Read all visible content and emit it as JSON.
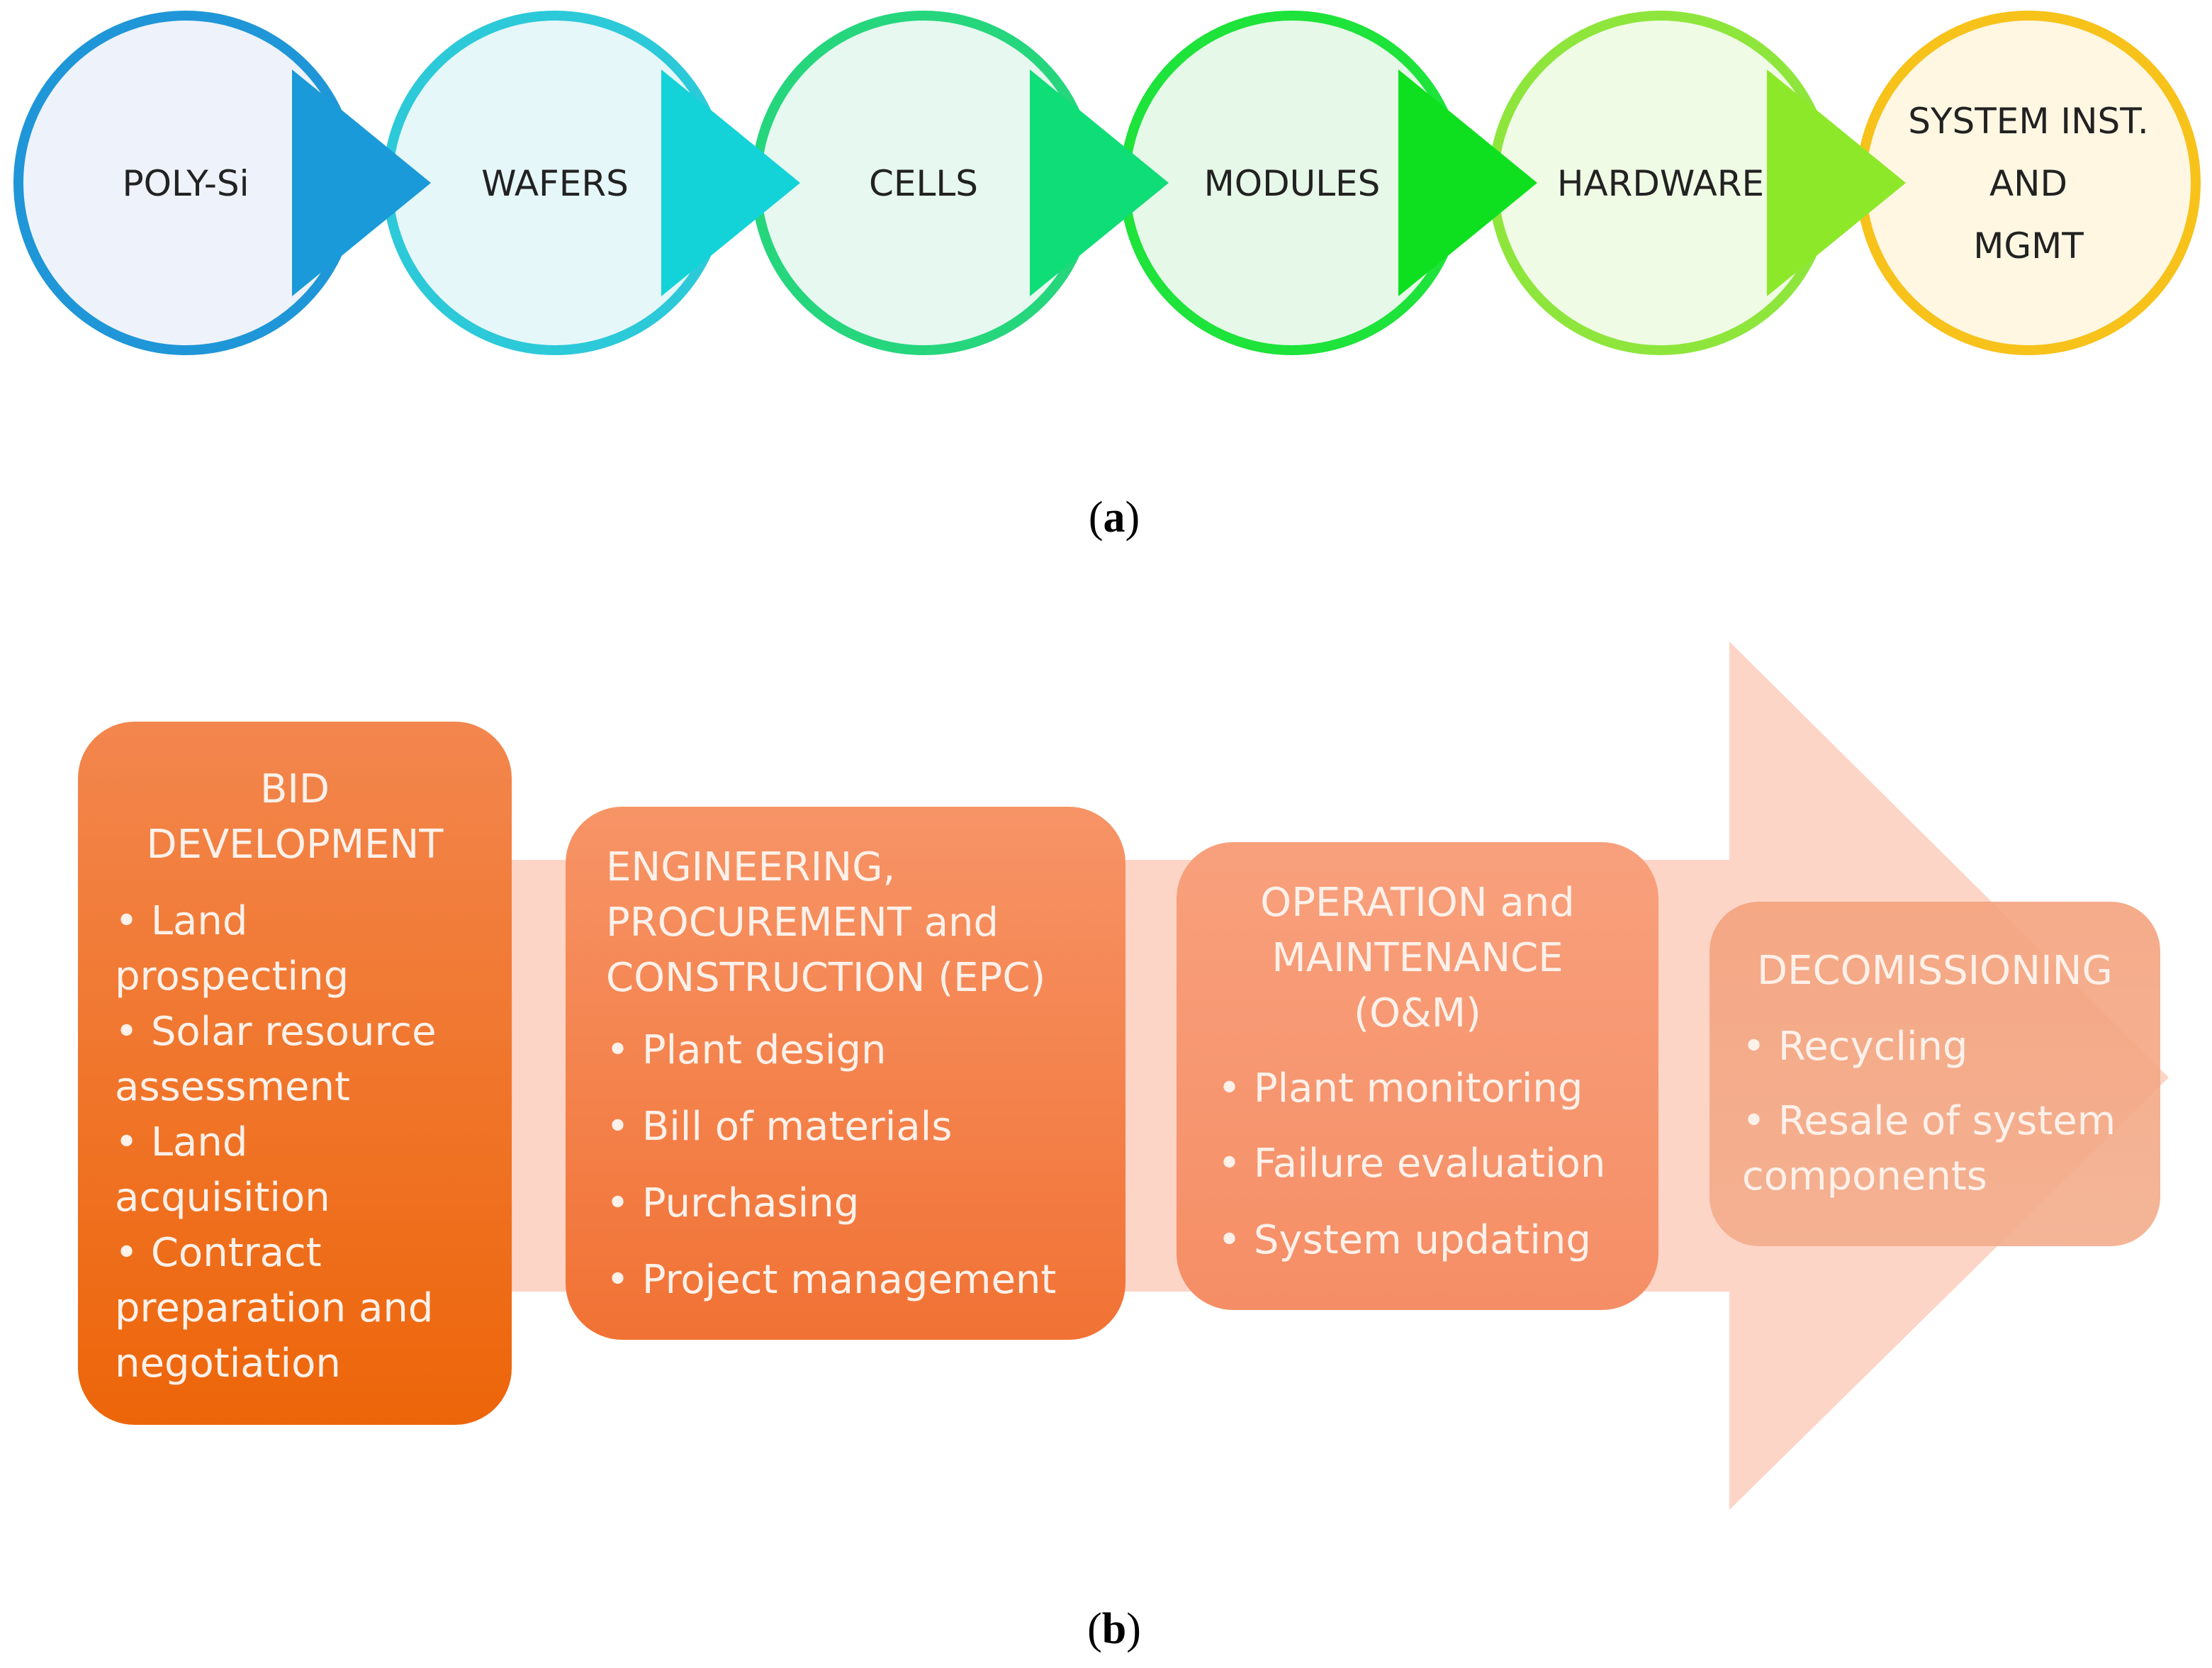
{
  "panel_a": {
    "caption": "a",
    "stages": [
      {
        "label_lines": [
          "POLY-Si"
        ],
        "ring_color": "#1f96d7",
        "arrow_color": "#1a9ad9",
        "fill_color": "#eef3fb"
      },
      {
        "label_lines": [
          "WAFERS"
        ],
        "ring_color": "#2cc9d9",
        "arrow_color": "#13d3d9",
        "fill_color": "#e6f7f9"
      },
      {
        "label_lines": [
          "CELLS"
        ],
        "ring_color": "#25d67d",
        "arrow_color": "#0fdd77",
        "fill_color": "#e6f8ef"
      },
      {
        "label_lines": [
          "MODULES"
        ],
        "ring_color": "#1de33a",
        "arrow_color": "#0ee01f",
        "fill_color": "#e6f8e7"
      },
      {
        "label_lines": [
          "HARDWARE"
        ],
        "ring_color": "#8ee63c",
        "arrow_color": "#8ee82a",
        "fill_color": "#f0fbe5"
      },
      {
        "label_lines": [
          "SYSTEM INST.",
          "AND",
          "MGMT"
        ],
        "ring_color": "#f7c21a",
        "arrow_color": null,
        "fill_color": "#fff7e2"
      }
    ]
  },
  "panel_b": {
    "caption": "b",
    "arrow_color": "#fcd3c4",
    "boxes": [
      {
        "title_lines": [
          "BID",
          "DEVELOPMENT"
        ],
        "bullet_lines": [
          "• Land",
          "prospecting",
          "• Solar resource",
          "assessment",
          "• Land",
          "acquisition",
          "• Contract",
          "preparation and",
          "negotiation"
        ],
        "color_top": "#f3864e",
        "color_bottom": "#ed6509"
      },
      {
        "title_lines": [
          "ENGINEERING,",
          "PROCUREMENT and",
          "CONSTRUCTION (EPC)"
        ],
        "bullet_lines": [
          "• Plant design",
          "• Bill of materials",
          "• Purchasing",
          "• Project management"
        ],
        "color_top": "#f79467",
        "color_bottom": "#f17234"
      },
      {
        "title_lines": [
          "OPERATION and",
          "MAINTENANCE",
          "(O&M)"
        ],
        "bullet_lines": [
          "• Plant monitoring",
          "• Failure evaluation",
          "• System updating"
        ],
        "color_top": "#f8a07c",
        "color_bottom": "#f58e66"
      },
      {
        "title_lines": [
          "DECOMISSIONING"
        ],
        "bullet_lines": [
          "• Recycling",
          "• Resale of system",
          "components"
        ],
        "color_top": "#f4a27d",
        "color_bottom": "#f3ad8c"
      }
    ]
  }
}
